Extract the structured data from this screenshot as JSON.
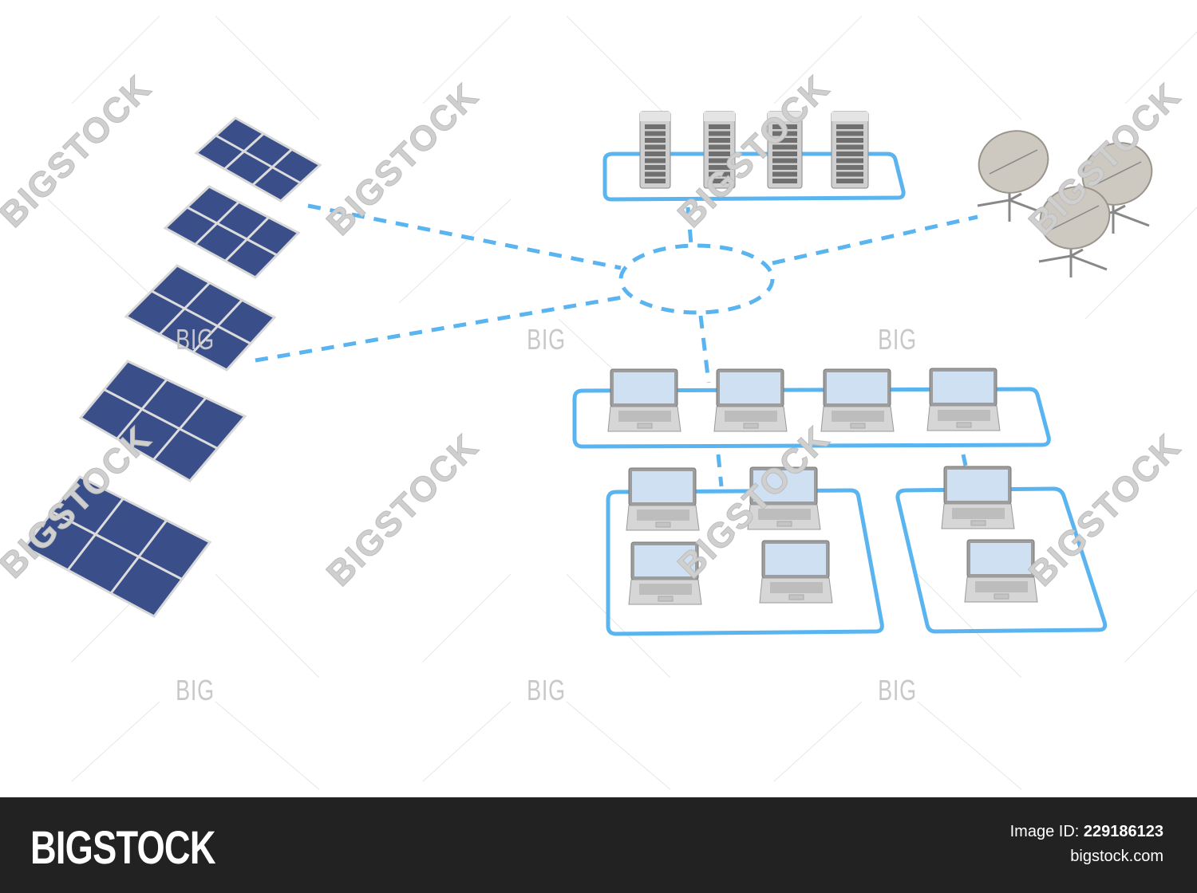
{
  "diagram": {
    "nodes": {
      "solar_panels": 5,
      "servers": 4,
      "satellite_dishes": 3,
      "laptops_top_group": 4,
      "laptops_bottom_left_group": 4,
      "laptops_bottom_right_group": 2
    },
    "colors": {
      "link": "#5ab4f0",
      "panel": "#3a4f8a",
      "device": "#c9c9c9",
      "screen": "#cfe0f2"
    }
  },
  "watermark": {
    "big": "BIG",
    "diagonal": "BIGSTOCK"
  },
  "footer": {
    "logo": "BIGSTOCK",
    "image_id_label": "Image ID:",
    "image_id": "229186123",
    "site": "bigstock.com"
  }
}
